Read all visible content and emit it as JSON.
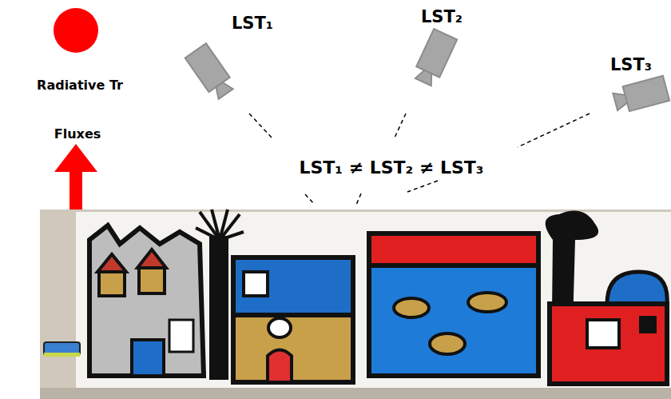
{
  "diagram": {
    "labels": [
      "Radiative Tr",
      "Fluxes",
      "LST₁",
      "LST₂",
      "LST₃",
      "LST₁ ≠ LST₂ ≠ LST₃"
    ]
  }
}
